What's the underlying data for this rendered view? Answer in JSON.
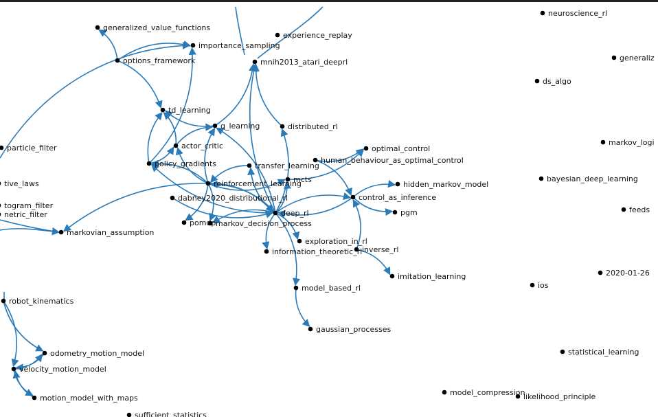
{
  "graph": {
    "edge_color": "#2a7ab8",
    "node_color": "#000000",
    "nodes": [
      {
        "id": "neuroscience_rl",
        "label": "neuroscience_rl"
      },
      {
        "id": "generalized_value_functions",
        "label": "generalized_value_functions"
      },
      {
        "id": "experience_replay",
        "label": "experience_replay"
      },
      {
        "id": "importance_sampling",
        "label": "importance_sampling"
      },
      {
        "id": "generaliz",
        "label": "generaliz"
      },
      {
        "id": "options_framework",
        "label": "options_framework"
      },
      {
        "id": "mnih2013_atari_deeprl",
        "label": "mnih2013_atari_deeprl"
      },
      {
        "id": "ds_algo",
        "label": "ds_algo"
      },
      {
        "id": "td_learning",
        "label": "td_learning"
      },
      {
        "id": "q_learning",
        "label": "q_learning"
      },
      {
        "id": "distributed_rl",
        "label": "distributed_rl"
      },
      {
        "id": "markov_logi",
        "label": "markov_logi"
      },
      {
        "id": "particle_filter",
        "label": "particle_filter"
      },
      {
        "id": "actor_critic",
        "label": "actor_critic"
      },
      {
        "id": "optimal_control",
        "label": "optimal_control"
      },
      {
        "id": "human_behaviour_as_optimal_control",
        "label": "human_behaviour_as_optimal_control"
      },
      {
        "id": "policy_gradients",
        "label": "policy_gradients"
      },
      {
        "id": "transfer_learning",
        "label": "transfer_learning"
      },
      {
        "id": "bayesian_deep_learning",
        "label": "bayesian_deep_learning"
      },
      {
        "id": "mcts",
        "label": "mcts"
      },
      {
        "id": "tive_laws",
        "label": "tive_laws"
      },
      {
        "id": "reinforcement_learning",
        "label": "reinforcement_learning"
      },
      {
        "id": "hidden_markov_model",
        "label": "hidden_markov_model"
      },
      {
        "id": "dabney2020_distributional_rl",
        "label": "dabney2020_distributional_rl"
      },
      {
        "id": "control_as_inference",
        "label": "control_as_inference"
      },
      {
        "id": "togram_filter",
        "label": "togram_filter"
      },
      {
        "id": "feeds",
        "label": "feeds"
      },
      {
        "id": "netric_filter",
        "label": "netric_filter"
      },
      {
        "id": "deep_rl",
        "label": "deep_rl"
      },
      {
        "id": "pgm",
        "label": "pgm"
      },
      {
        "id": "pomdp",
        "label": "pomdp"
      },
      {
        "id": "markov_decision_process",
        "label": "markov_decision_process"
      },
      {
        "id": "markovian_assumption",
        "label": "markovian_assumption"
      },
      {
        "id": "exploration_in_rl",
        "label": "exploration_in_rl"
      },
      {
        "id": "information_theoretic_rl",
        "label": "information_theoretic_rl"
      },
      {
        "id": "inverse_rl",
        "label": "inverse_rl"
      },
      {
        "id": "2020_01_26",
        "label": "2020-01-26"
      },
      {
        "id": "imitation_learning",
        "label": "imitation_learning"
      },
      {
        "id": "ios",
        "label": "ios"
      },
      {
        "id": "model_based_rl",
        "label": "model_based_rl"
      },
      {
        "id": "robot_kinematics",
        "label": "robot_kinematics"
      },
      {
        "id": "gaussian_processes",
        "label": "gaussian_processes"
      },
      {
        "id": "statistical_learning",
        "label": "statistical_learning"
      },
      {
        "id": "odometry_motion_model",
        "label": "odometry_motion_model"
      },
      {
        "id": "velocity_motion_model",
        "label": "velocity_motion_model"
      },
      {
        "id": "model_compression",
        "label": "model_compression"
      },
      {
        "id": "likelihood_principle",
        "label": "likelihood_principle"
      },
      {
        "id": "motion_model_with_maps",
        "label": "motion_model_with_maps"
      },
      {
        "id": "sufficient_statistics",
        "label": "sufficient_statistics"
      }
    ],
    "edges": [
      [
        "options_framework",
        "generalized_value_functions"
      ],
      [
        "options_framework",
        "td_learning"
      ],
      [
        "q_learning",
        "mnih2013_atari_deeprl"
      ],
      [
        "q_learning",
        "td_learning"
      ],
      [
        "actor_critic",
        "td_learning"
      ],
      [
        "policy_gradients",
        "td_learning"
      ],
      [
        "policy_gradients",
        "importance_sampling"
      ],
      [
        "actor_critic",
        "q_learning"
      ],
      [
        "policy_gradients",
        "actor_critic"
      ],
      [
        "reinforcement_learning",
        "actor_critic"
      ],
      [
        "reinforcement_learning",
        "policy_gradients"
      ],
      [
        "reinforcement_learning",
        "q_learning"
      ],
      [
        "transfer_learning",
        "reinforcement_learning"
      ],
      [
        "distributed_rl",
        "mnih2013_atari_deeprl"
      ],
      [
        "deep_rl",
        "distributed_rl"
      ],
      [
        "deep_rl",
        "mnih2013_atari_deeprl"
      ],
      [
        "deep_rl",
        "reinforcement_learning"
      ],
      [
        "deep_rl",
        "transfer_learning"
      ],
      [
        "deep_rl",
        "q_learning"
      ],
      [
        "deep_rl",
        "control_as_inference"
      ],
      [
        "deep_rl",
        "mcts"
      ],
      [
        "deep_rl",
        "exploration_in_rl"
      ],
      [
        "deep_rl",
        "information_theoretic_rl"
      ],
      [
        "deep_rl",
        "model_based_rl"
      ],
      [
        "deep_rl",
        "markov_decision_process"
      ],
      [
        "deep_rl",
        "policy_gradients"
      ],
      [
        "dabney2020_distributional_rl",
        "deep_rl"
      ],
      [
        "reinforcement_learning",
        "deep_rl"
      ],
      [
        "reinforcement_learning",
        "mcts"
      ],
      [
        "reinforcement_learning",
        "pomdp"
      ],
      [
        "reinforcement_learning",
        "markovian_assumption"
      ],
      [
        "reinforcement_learning",
        "markov_decision_process"
      ],
      [
        "human_behaviour_as_optimal_control",
        "optimal_control"
      ],
      [
        "human_behaviour_as_optimal_control",
        "control_as_inference"
      ],
      [
        "mcts",
        "optimal_control"
      ],
      [
        "control_as_inference",
        "hidden_markov_model"
      ],
      [
        "control_as_inference",
        "pgm"
      ],
      [
        "control_as_inference",
        "deep_rl"
      ],
      [
        "inverse_rl",
        "control_as_inference"
      ],
      [
        "inverse_rl",
        "imitation_learning"
      ],
      [
        "model_based_rl",
        "gaussian_processes"
      ],
      [
        "options_framework",
        "importance_sampling"
      ],
      [
        "robot_kinematics",
        "odometry_motion_model"
      ],
      [
        "robot_kinematics",
        "velocity_motion_model"
      ],
      [
        "velocity_motion_model",
        "odometry_motion_model"
      ],
      [
        "odometry_motion_model",
        "velocity_motion_model"
      ],
      [
        "velocity_motion_model",
        "motion_model_with_maps"
      ],
      [
        "motion_model_with_maps",
        "velocity_motion_model"
      ]
    ]
  }
}
